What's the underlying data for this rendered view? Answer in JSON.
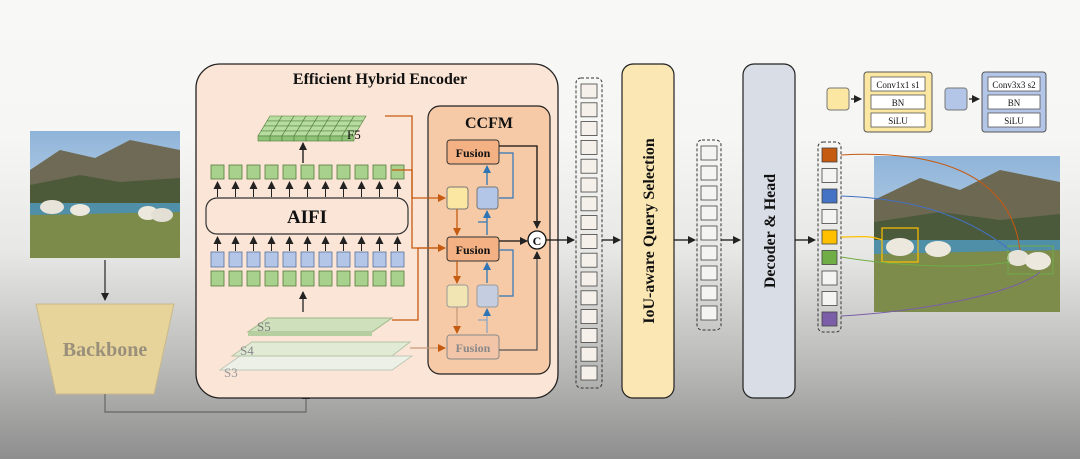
{
  "labels": {
    "encoder_title": "Efficient Hybrid Encoder",
    "aifi": "AIFI",
    "f5": "F5",
    "ccfm": "CCFM",
    "fusion_top": "Fusion",
    "fusion_mid": "Fusion",
    "fusion_bottom": "Fusion",
    "concat": "C",
    "s5": "S5",
    "s4": "S4",
    "s3": "S3",
    "backbone": "Backbone",
    "query_selection": "IoU-aware Query Selection",
    "decoder": "Decoder & Head"
  },
  "legend": {
    "yellow_block": [
      "Conv1x1 s1",
      "BN",
      "SiLU"
    ],
    "blue_block": [
      "Conv3x3 s2",
      "BN",
      "SiLU"
    ]
  },
  "colors": {
    "yellow": "#fbe7a1",
    "blue": "#b3c6e7",
    "green": "#a9d18e",
    "fusion": "#f4b183",
    "encoder_bg": "#fbe5d6",
    "arrow_red": "#c55a11",
    "arrow_blue": "#2e75b6",
    "out_orange": "#c55a11",
    "out_blue": "#4472c4",
    "out_gold": "#ffc000",
    "out_green": "#70ad47",
    "out_purple": "#7b5ea7"
  }
}
